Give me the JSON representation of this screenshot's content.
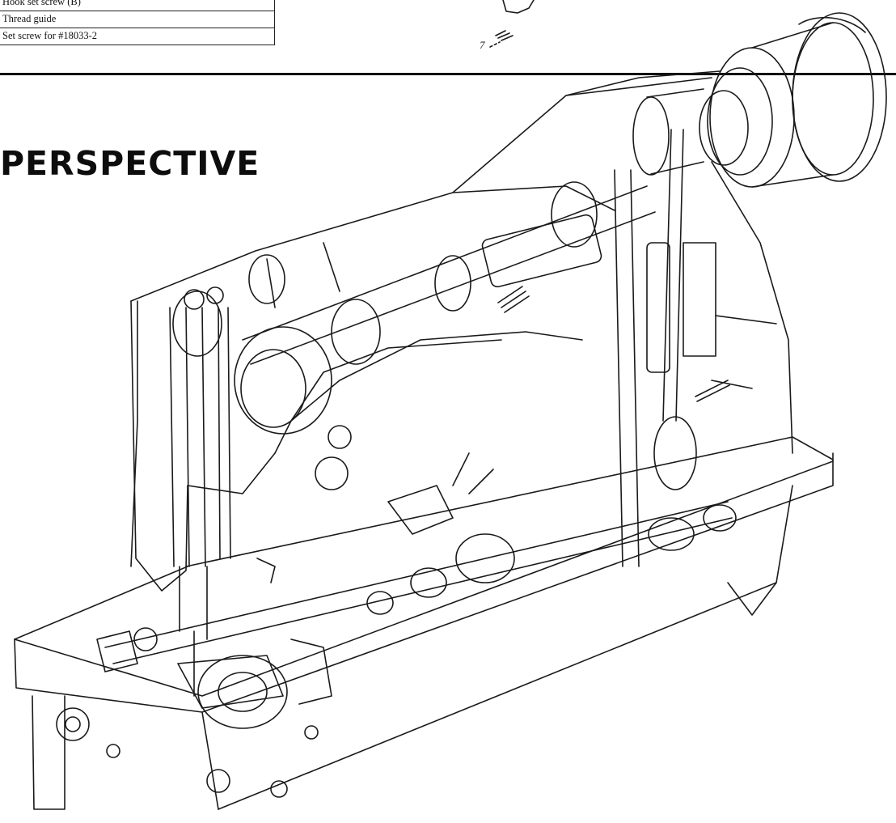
{
  "parts_table": {
    "rows": [
      {
        "description": "Hook set screw (B)"
      },
      {
        "description": "Thread guide"
      },
      {
        "description": "Set screw for #18033-2"
      }
    ]
  },
  "callout_number": "7",
  "heading": "PERSPECTIVE"
}
